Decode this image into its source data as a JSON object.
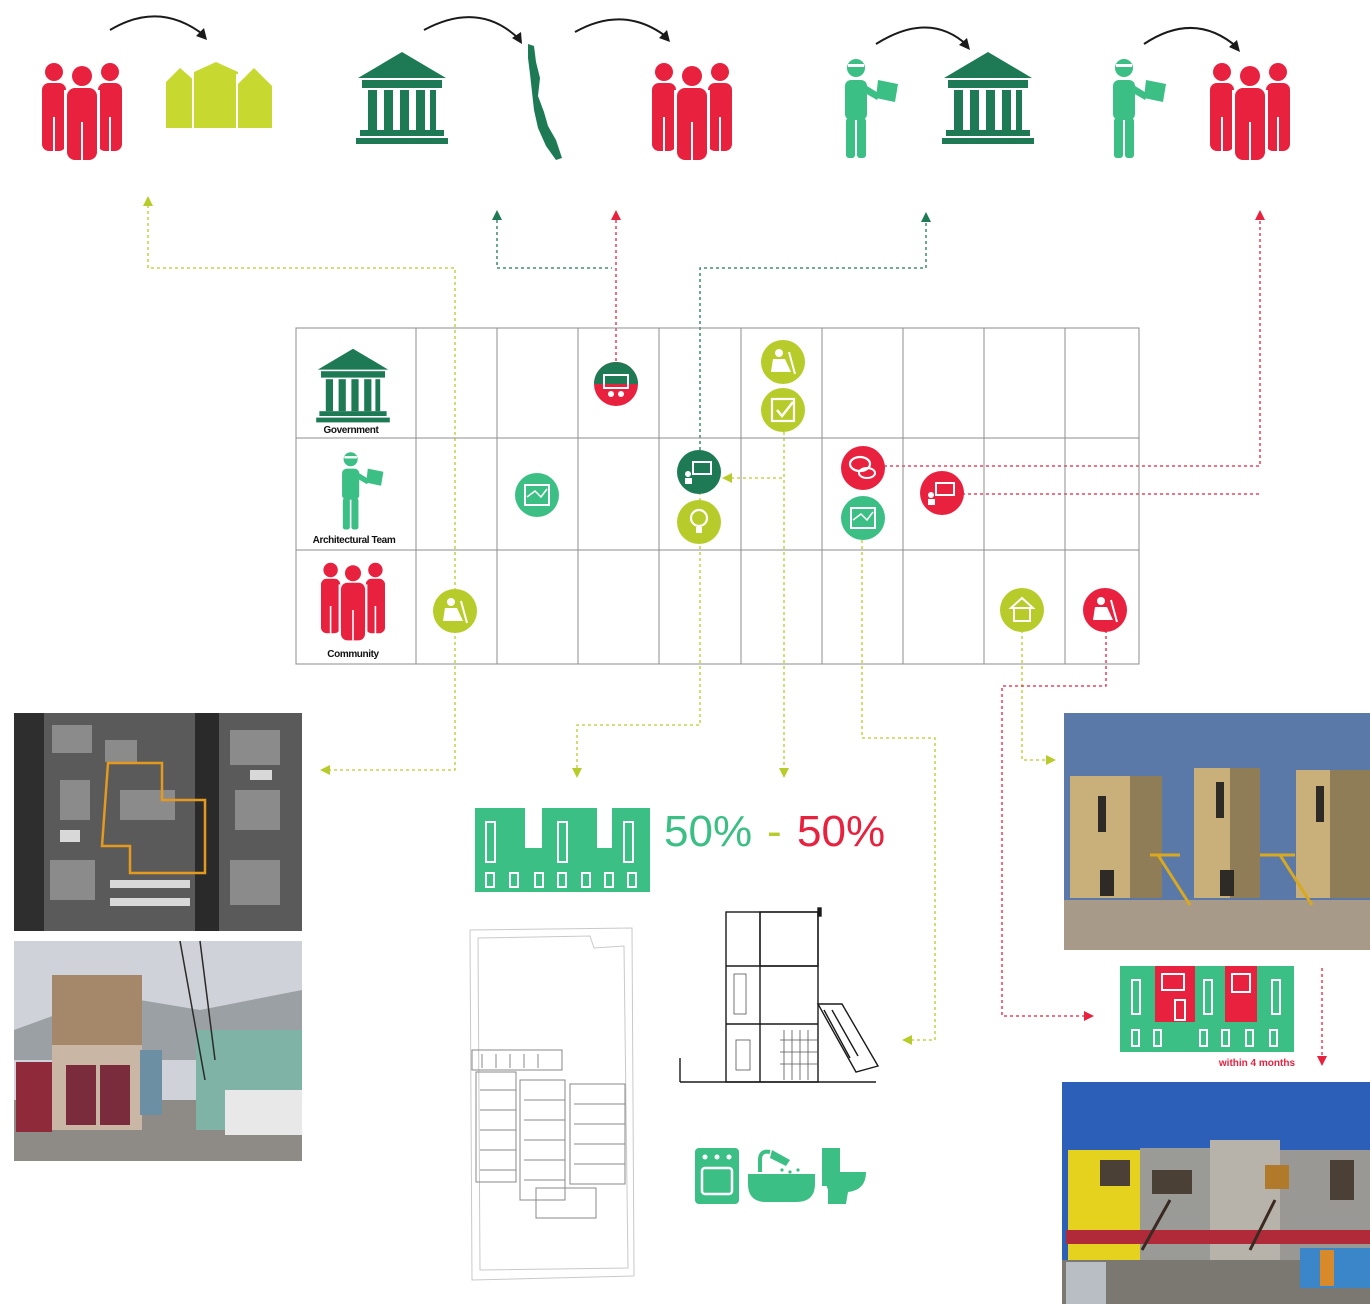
{
  "colors": {
    "community": "#e8213f",
    "government": "#1e7a55",
    "architect": "#3cbf84",
    "house": "#c7d931",
    "lime": "#b7cc2a",
    "line": "#1a1a1a",
    "grid": "#9a9a9a"
  },
  "rows": [
    {
      "label": "Government",
      "icon": "government-building-icon"
    },
    {
      "label": "Architectural Team",
      "icon": "architect-with-plan-icon"
    },
    {
      "label": "Community",
      "icon": "community-people-icon"
    }
  ],
  "split": {
    "left": "50%",
    "dash": "-",
    "right": "50%"
  },
  "timeline_note": "within 4 months",
  "timeline_icons": [
    {
      "name": "worker-digging-icon",
      "row": 2,
      "col": 1,
      "color": "lime"
    },
    {
      "name": "plan-board-icon",
      "row": 1,
      "col": 2,
      "color": "architect"
    },
    {
      "name": "financing-budget-icon",
      "row": 0,
      "col": 3,
      "color": "community"
    },
    {
      "name": "presentation-board-icon",
      "row": 1,
      "col": 4,
      "color": "government"
    },
    {
      "name": "lightbulb-icon",
      "row": 1,
      "col": 4,
      "color": "lime"
    },
    {
      "name": "worker-digging-icon",
      "row": 0,
      "col": 5,
      "color": "lime"
    },
    {
      "name": "approval-checkbox-icon",
      "row": 0,
      "col": 5,
      "color": "lime"
    },
    {
      "name": "discussion-bubble-icon",
      "row": 1,
      "col": 6,
      "color": "community"
    },
    {
      "name": "plan-board-icon",
      "row": 1,
      "col": 6,
      "color": "architect"
    },
    {
      "name": "presentation-board-icon",
      "row": 1,
      "col": 7,
      "color": "community"
    },
    {
      "name": "house-icon",
      "row": 2,
      "col": 8,
      "color": "lime"
    },
    {
      "name": "worker-digging-icon",
      "row": 2,
      "col": 9,
      "color": "community"
    }
  ],
  "icons": {
    "top": [
      "community-people-icon",
      "houses-icon",
      "government-building-icon",
      "chile-map-icon",
      "community-people-icon",
      "architect-with-plan-icon",
      "government-building-icon",
      "architect-with-plan-icon",
      "community-people-icon"
    ],
    "bottom": [
      "aerial-site-photo",
      "street-photo",
      "half-house-diagram",
      "floor-plan-drawing",
      "section-drawing",
      "kitchen-stove-icon",
      "bathtub-shower-icon",
      "toilet-icon",
      "housing-photo-before",
      "facade-expansion-diagram",
      "housing-photo-after"
    ]
  }
}
